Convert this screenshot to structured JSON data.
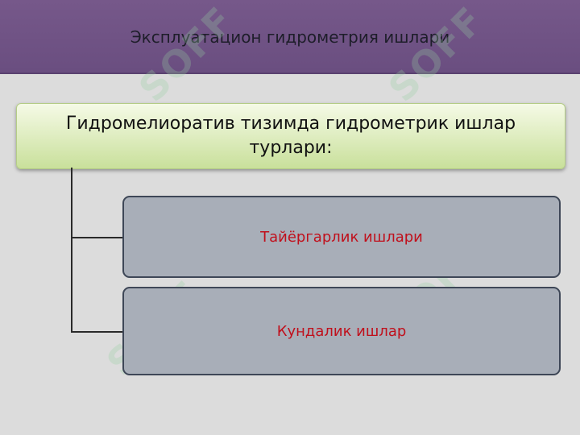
{
  "header": {
    "title": "Эксплуатацион гидрометрия ишлари"
  },
  "diagram": {
    "root": {
      "label": "Гидромелиоратив тизимда гидрометрик ишлар турлари:"
    },
    "children": [
      {
        "label": "Тайёргарлик ишлари"
      },
      {
        "label": "Кундалик ишлар"
      }
    ]
  },
  "watermark": {
    "text": "SOFF"
  },
  "colors": {
    "header_bg": "#6f5285",
    "root_bg": "#d8e9b6",
    "child_bg": "#a8aeb8",
    "child_text": "#c0101c"
  }
}
